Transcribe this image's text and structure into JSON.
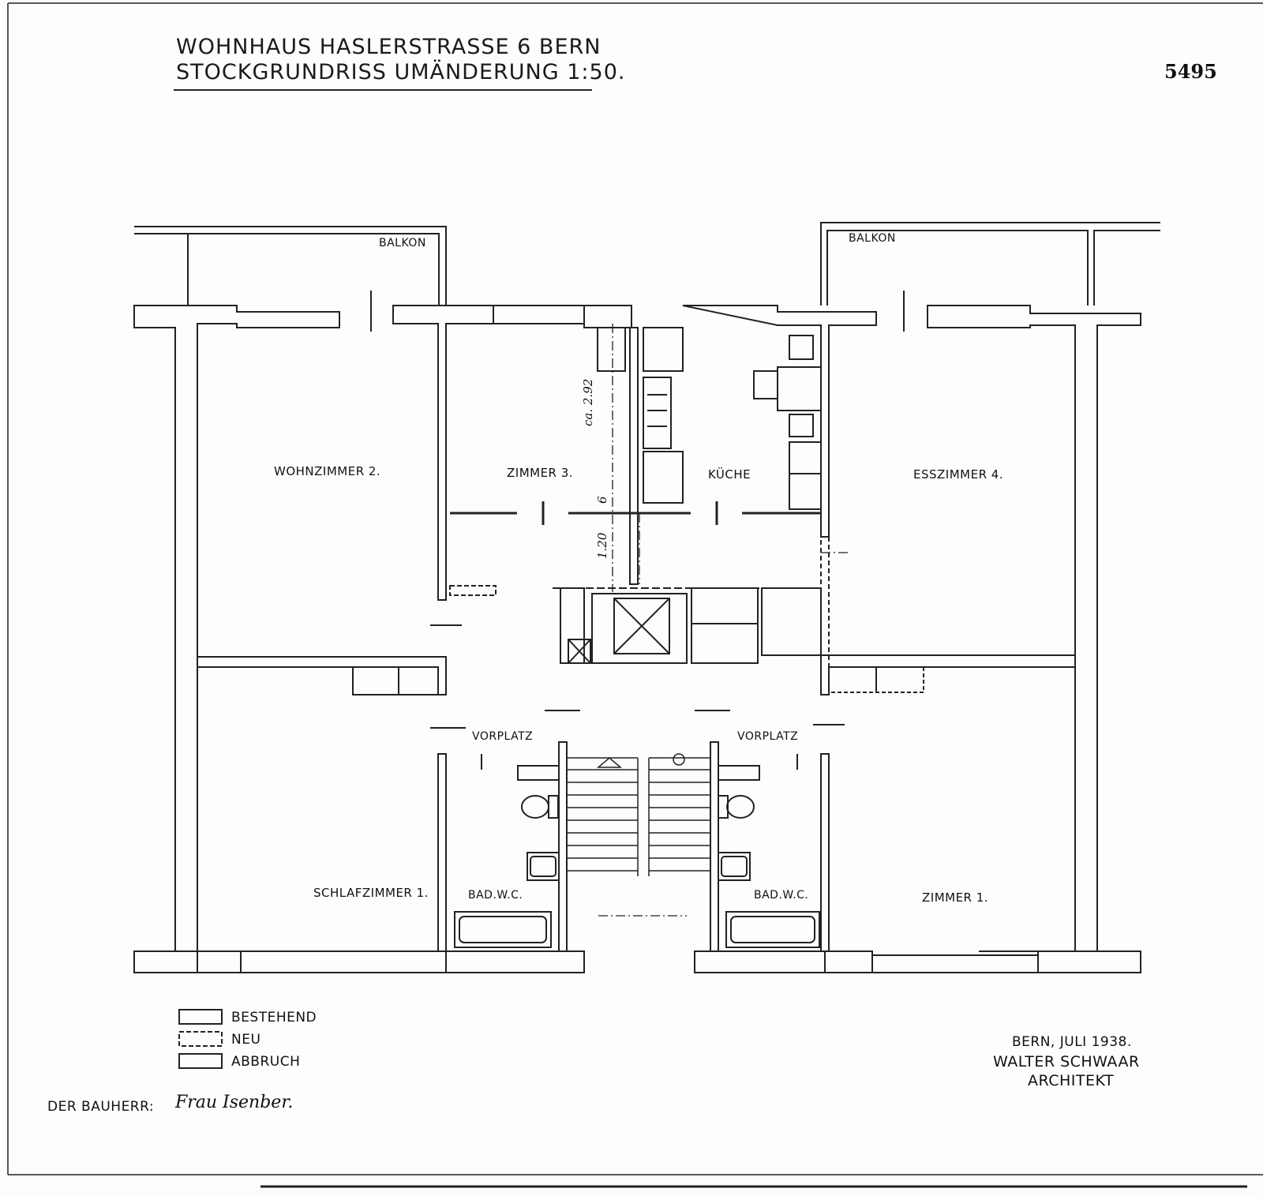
{
  "header": {
    "title_line1": "WOHNHAUS HASLERSTRASSE 6 BERN",
    "title_line2": "STOCKGRUNDRISS UMÄNDERUNG 1:50.",
    "sheet_number": "5495"
  },
  "rooms": {
    "balkon_left": "BALKON",
    "balkon_right": "BALKON",
    "wohnzimmer": "WOHNZIMMER 2.",
    "zimmer3": "ZIMMER 3.",
    "kueche": "KÜCHE",
    "esszimmer": "ESSZIMMER 4.",
    "vorplatz_left": "VORPLATZ",
    "vorplatz_right": "VORPLATZ",
    "schlafzimmer": "SCHLAFZIMMER 1.",
    "bad_left": "BAD.W.C.",
    "bad_right": "BAD.W.C.",
    "zimmer1": "ZIMMER 1."
  },
  "dimensions": {
    "d1": "ca. 2.92",
    "d2": "6",
    "d3": "1.20"
  },
  "legend": {
    "items": [
      "BESTEHEND",
      "NEU",
      "ABBRUCH"
    ]
  },
  "footer": {
    "bauherr_label": "DER BAUHERR:",
    "bauherr_signature": "Frau Isenber.",
    "place_date": "BERN, JULI 1938.",
    "architect_name": "WALTER SCHWAAR",
    "architect_title": "ARCHITEKT"
  }
}
